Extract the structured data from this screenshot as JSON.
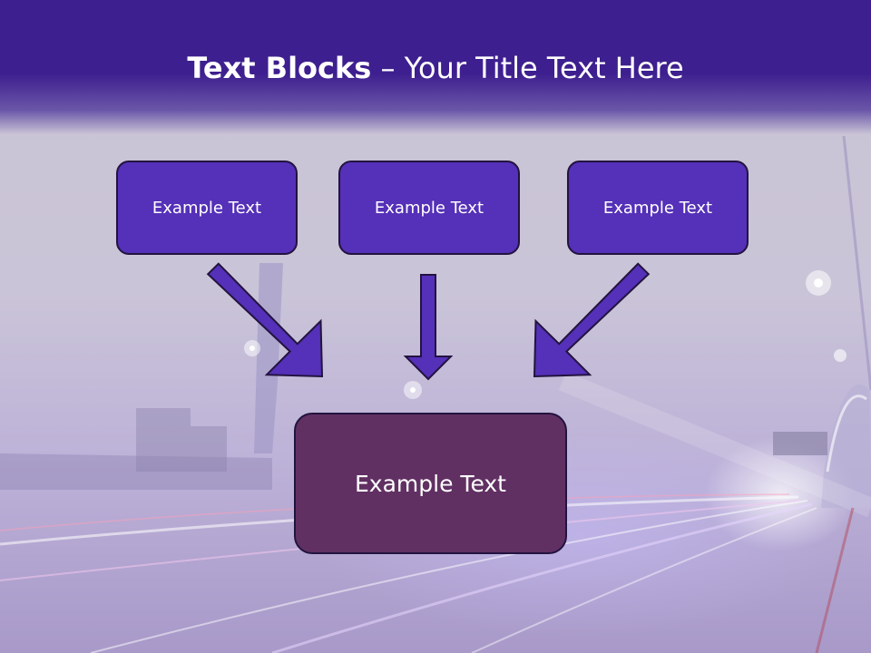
{
  "title": {
    "bold": "Text Blocks",
    "dash": " – ",
    "rest": "Your Title Text Here"
  },
  "boxes": [
    {
      "label": "Example Text"
    },
    {
      "label": "Example Text"
    },
    {
      "label": "Example Text"
    }
  ],
  "target": {
    "label": "Example Text"
  },
  "colors": {
    "header": "#3e1f8f",
    "box_fill": "#5530b8",
    "target_fill": "#613063",
    "outline": "#22133f"
  }
}
